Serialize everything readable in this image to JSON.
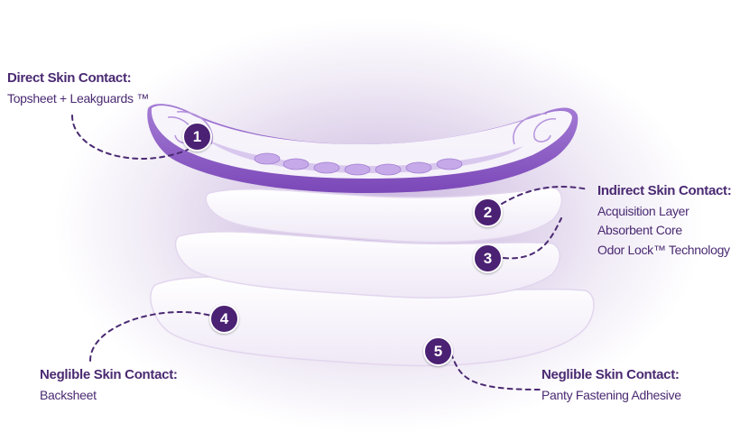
{
  "labels": {
    "direct": {
      "title": "Direct Skin Contact:",
      "lines": [
        "Topsheet + Leakguards ™"
      ]
    },
    "indirect": {
      "title": "Indirect Skin Contact:",
      "lines": [
        "Acquisition Layer",
        "Absorbent Core",
        "Odor Lock™ Technology"
      ]
    },
    "neglible_left": {
      "title": "Neglible Skin Contact:",
      "lines": [
        "Backsheet"
      ]
    },
    "neglible_right": {
      "title": "Neglible Skin Contact:",
      "lines": [
        "Panty Fastening Adhesive"
      ]
    }
  },
  "badges": [
    "1",
    "2",
    "3",
    "4",
    "5"
  ],
  "colors": {
    "label_text": "#4a2a72",
    "badge_fill": "#4b2173",
    "pad_purple": "#8c5bc4",
    "layer_white": "#fbf9fd",
    "connector": "#4a2a72"
  }
}
